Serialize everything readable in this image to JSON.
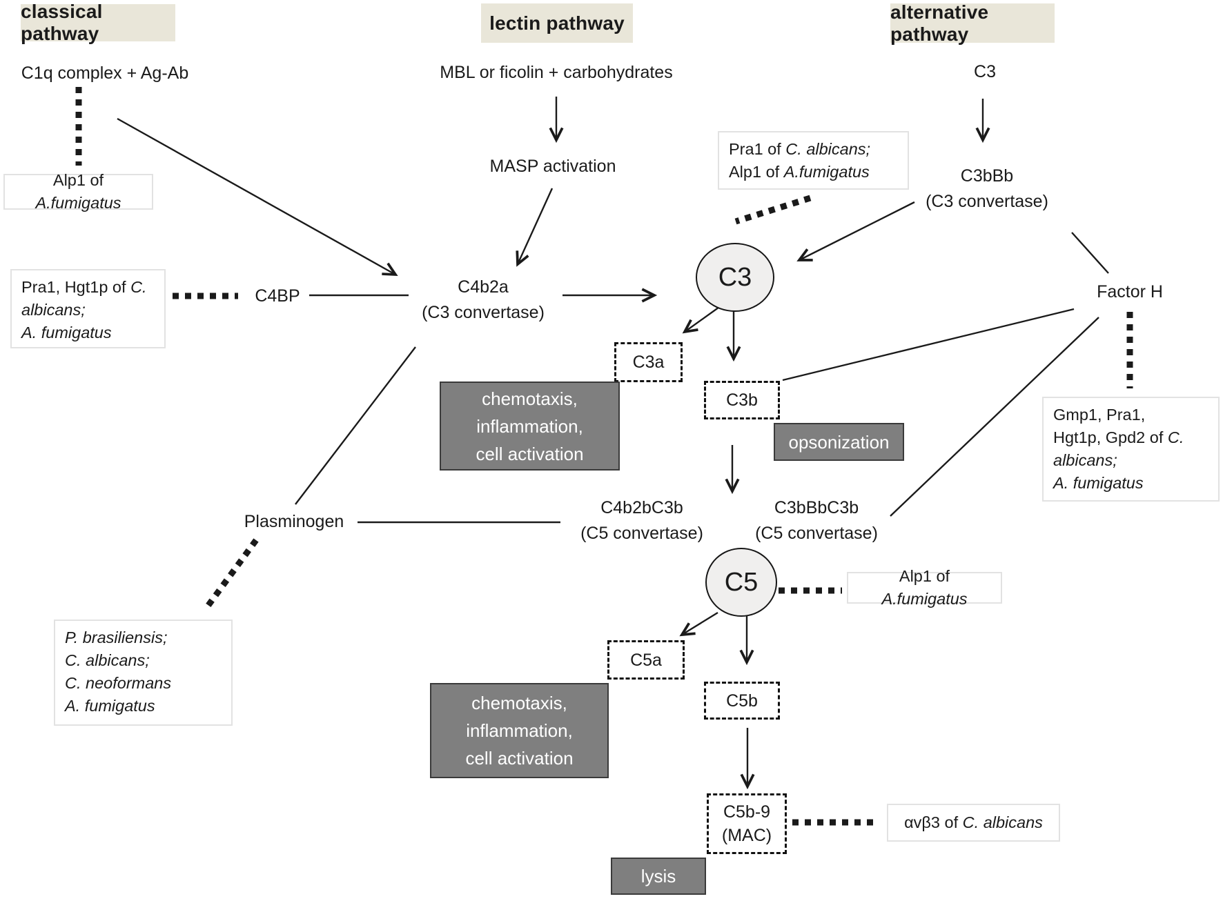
{
  "colors": {
    "header_bg": "#e9e6d9",
    "effect_bg": "#7f7f7f",
    "effect_border": "#3a3a3a",
    "ellipse_bg": "#f0efee",
    "line": "#1a1a1a",
    "whitebox_border": "#e2e2e2",
    "text": "#1a1a1a"
  },
  "headers": {
    "classical": "classical pathway",
    "lectin": "lectin pathway",
    "alternative": "alternative pathway"
  },
  "nodes": {
    "c1q": "C1q complex + Ag-Ab",
    "mbl": "MBL or ficolin + carbohydrates",
    "masp": "MASP activation",
    "c3_top": "C3",
    "c4bp": "C4BP",
    "c4b2a": "C4b2a",
    "c4b2a_sub": "(C3 convertase)",
    "c3bbb": "C3bBb",
    "c3bbb_sub": "(C3 convertase)",
    "c3_circle": "C3",
    "factor_h": "Factor H",
    "c3a": "C3a",
    "c3b": "C3b",
    "plasminogen": "Plasminogen",
    "c4b2bc3b": "C4b2bC3b",
    "c4b2bc3b_sub": "(C5 convertase)",
    "c3bbbc3b": "C3bBbC3b",
    "c3bbbc3b_sub": "(C5 convertase)",
    "c5_circle": "C5",
    "c5a": "C5a",
    "c5b": "C5b",
    "mac": "C5b-9",
    "mac_sub": "(MAC)"
  },
  "effects": {
    "chemotaxis1": [
      "chemotaxis,",
      "inflammation,",
      "cell activation"
    ],
    "opsonization": "opsonization",
    "chemotaxis2": [
      "chemotaxis,",
      "inflammation,",
      "cell activation"
    ],
    "lysis": "lysis"
  },
  "inhibitors": {
    "alp1_classical": [
      [
        {
          "t": "Alp1 of ",
          "i": false
        },
        {
          "t": "A.fumigatus",
          "i": true
        }
      ]
    ],
    "pra1_hgt1p": [
      [
        {
          "t": "Pra1, Hgt1p of  ",
          "i": false
        },
        {
          "t": "C.",
          "i": true
        }
      ],
      [
        {
          "t": "albicans;",
          "i": true
        }
      ],
      [
        {
          "t": "A. fumigatus",
          "i": true
        }
      ]
    ],
    "pra1_alp1": [
      [
        {
          "t": "Pra1 of  ",
          "i": false
        },
        {
          "t": "C. albicans;",
          "i": true
        }
      ],
      [
        {
          "t": "Alp1 of ",
          "i": false
        },
        {
          "t": "A.fumigatus",
          "i": true
        }
      ]
    ],
    "gmp1_group": [
      [
        {
          "t": "Gmp1, Pra1,",
          "i": false
        }
      ],
      [
        {
          "t": "Hgt1p, Gpd2 of  ",
          "i": false
        },
        {
          "t": "C.",
          "i": true
        }
      ],
      [
        {
          "t": "albicans;",
          "i": true
        }
      ],
      [
        {
          "t": "A. fumigatus",
          "i": true
        }
      ]
    ],
    "plasminogen_binders": [
      [
        {
          "t": "P. brasiliensis;",
          "i": true
        }
      ],
      [
        {
          "t": "C. albicans;",
          "i": true
        }
      ],
      [
        {
          "t": "C. neoformans",
          "i": true
        }
      ],
      [
        {
          "t": "A. fumigatus",
          "i": true
        }
      ]
    ],
    "alp1_c5": [
      [
        {
          "t": "Alp1 of ",
          "i": false
        },
        {
          "t": "A.fumigatus",
          "i": true
        }
      ]
    ],
    "avb3": [
      [
        {
          "t": "αvβ3 of ",
          "i": false
        },
        {
          "t": "C. albicans",
          "i": true
        }
      ]
    ]
  }
}
